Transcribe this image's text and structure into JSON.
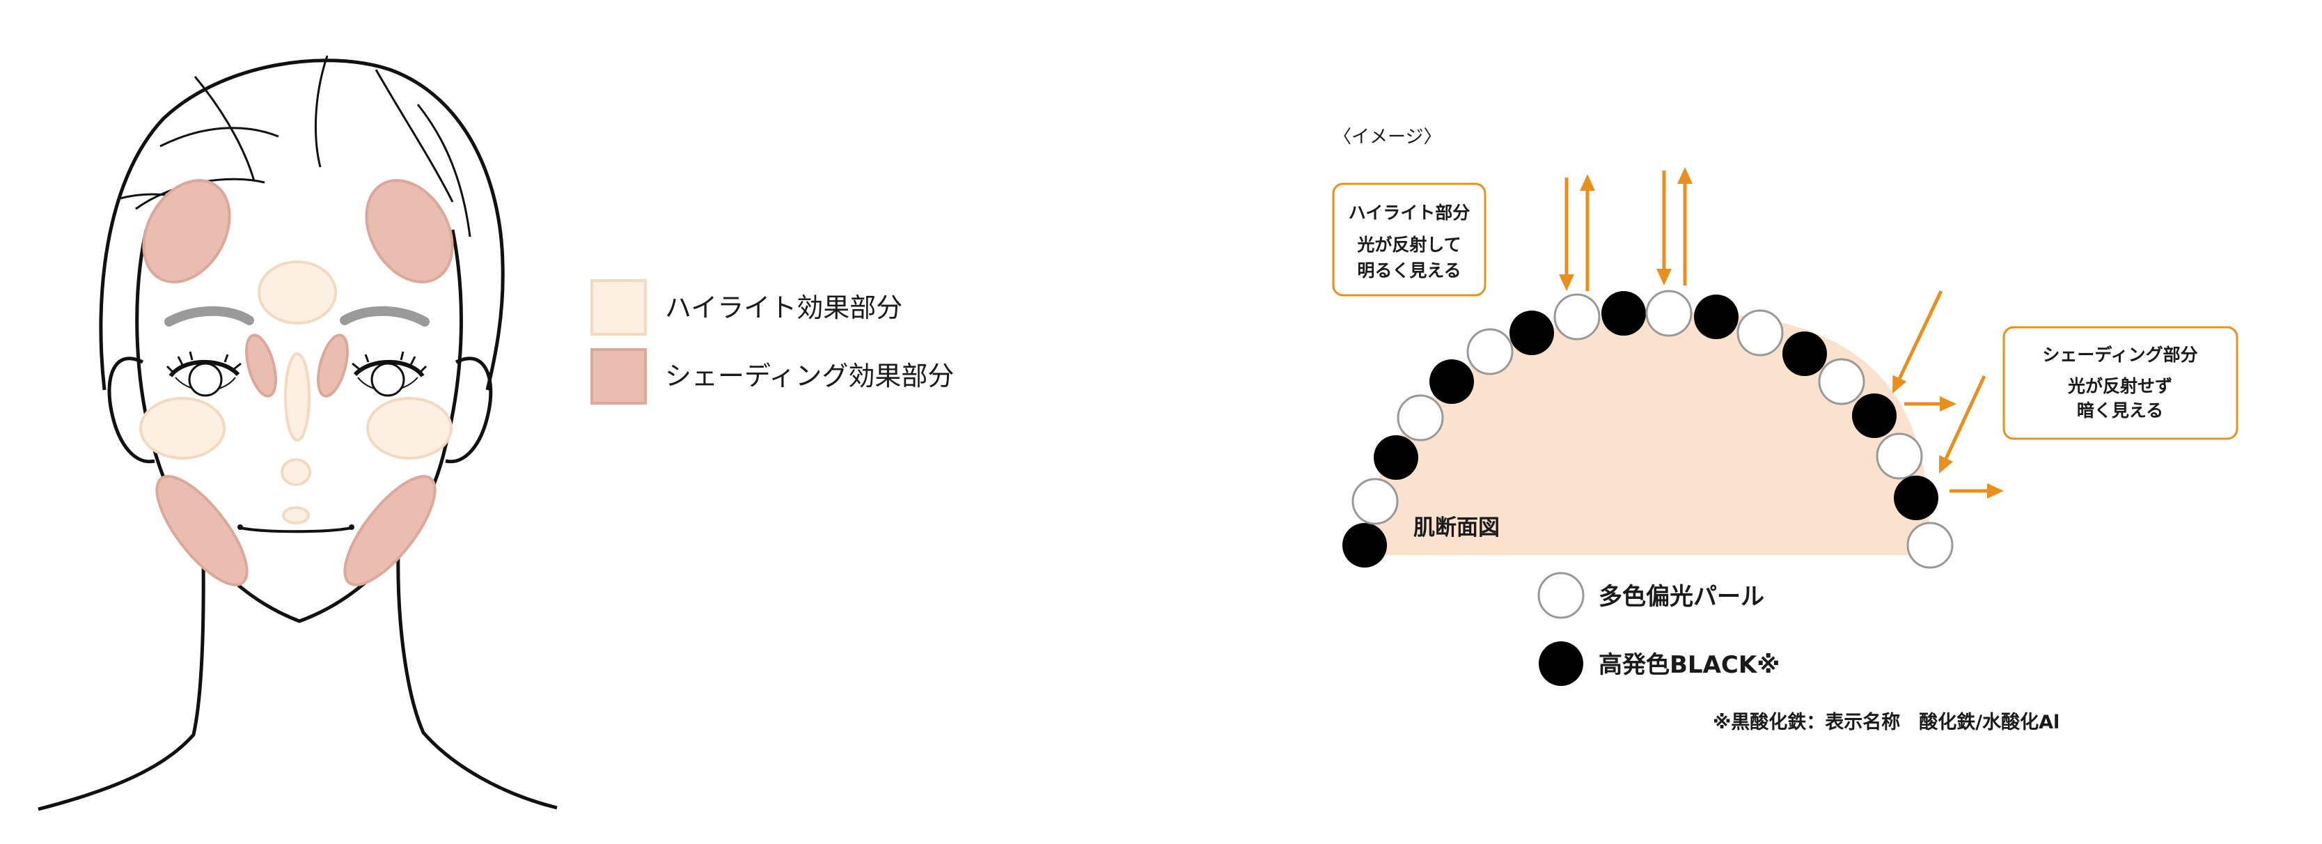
{
  "legend": {
    "highlight_label": "ハイライト効果部分",
    "shading_label": "シェーディング効果部分"
  },
  "diagram": {
    "image_label": "〈イメージ〉",
    "highlight_box": {
      "title": "ハイライト部分",
      "line1": "光が反射して",
      "line2": "明るく見える"
    },
    "shading_box": {
      "title": "シェーディング部分",
      "line1": "光が反射せず",
      "line2": "暗く見える"
    },
    "skin_label": "肌断面図",
    "pearl_label": "多色偏光パール",
    "black_label": "高発色BLACK※",
    "footnote": "※黒酸化鉄：表示名称　酸化鉄/水酸化Al"
  },
  "colors": {
    "highlight_fill": "#fdf0e3",
    "highlight_stroke": "#f3d9c0",
    "shading_fill": "#e9beb0",
    "shading_stroke": "#dca899",
    "skin_fill": "#fbe2cf",
    "arrow": "#e8901f",
    "box_border": "#e8901f"
  }
}
